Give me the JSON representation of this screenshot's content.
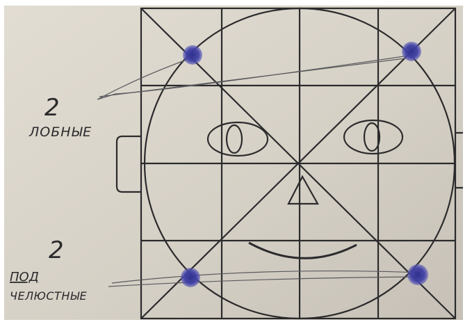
{
  "annotations": {
    "frontal_count": "2",
    "frontal_label": "ЛОБНЫЕ",
    "lower_count": "2",
    "lower_label_line1": "ПОД",
    "lower_label_line2": "ЧЕЛЮСТНЫЕ"
  },
  "colors": {
    "paper": "#d7d2c8",
    "ink": "#2b2a2c",
    "marker": "#3a3a9a"
  },
  "icons": {
    "top_left_point": "blue-dot",
    "top_right_point": "blue-dot",
    "bottom_left_point": "blue-dot",
    "bottom_right_point": "blue-dot"
  }
}
